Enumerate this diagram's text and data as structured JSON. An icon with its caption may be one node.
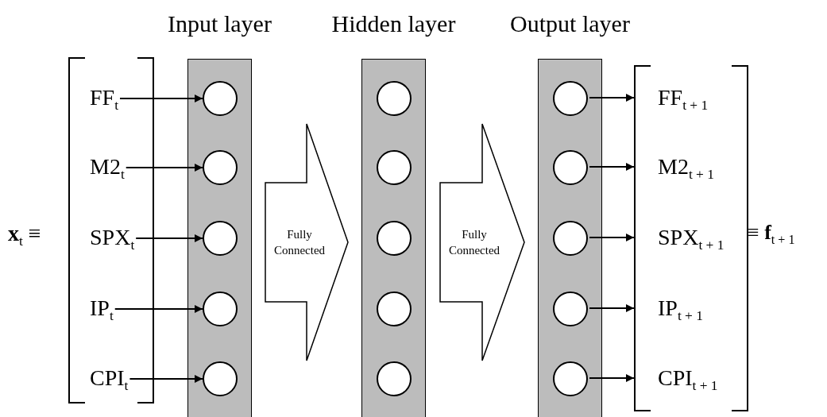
{
  "diagram": {
    "nodes": [
      {
        "text": [
          "Input layer"
        ]
      },
      {
        "text": [],
        "shape": "circle",
        "in": 0
      },
      {
        "text": [],
        "shape": "circle",
        "in": 0
      },
      {
        "text": [],
        "shape": "circle",
        "in": 0
      },
      {
        "text": [],
        "shape": "circle",
        "in": 0
      },
      {
        "text": [],
        "shape": "circle",
        "in": 0
      },
      {
        "text": [
          "Hidden layer"
        ]
      },
      {
        "text": [],
        "shape": "circle",
        "in": 6
      },
      {
        "text": [],
        "shape": "circle",
        "in": 6
      },
      {
        "text": [],
        "shape": "circle",
        "in": 6
      },
      {
        "text": [],
        "shape": "circle",
        "in": 6
      },
      {
        "text": [],
        "shape": "circle",
        "in": 6
      },
      {
        "text": [
          "Output layer"
        ]
      },
      {
        "text": [],
        "shape": "circle",
        "in": 12
      },
      {
        "text": [],
        "shape": "circle",
        "in": 12
      },
      {
        "text": [],
        "shape": "circle",
        "in": 12
      },
      {
        "text": [],
        "shape": "circle",
        "in": 12
      },
      {
        "text": [],
        "shape": "circle",
        "in": 12
      },
      {
        "text": [
          "FF$_{t}$"
        ]
      },
      {
        "text": [
          "M2$_{t}$"
        ]
      },
      {
        "text": [
          "SPX$_{t}$"
        ]
      },
      {
        "text": [
          "IP$_{t}$"
        ]
      },
      {
        "text": [
          "CPI$_{t}$"
        ]
      },
      {
        "text": [
          "FF$_{t + 1}$"
        ]
      },
      {
        "text": [
          "M2$_{t + 1}$"
        ]
      },
      {
        "text": [
          "SPX$_{t + 1}$"
        ]
      },
      {
        "text": [
          "IP$_{t + 1}$"
        ]
      },
      {
        "text": [
          "CPI$_{t + 1}$"
        ]
      },
      {
        "text": [
          "Fully Connected"
        ]
      },
      {
        "text": [
          "Fully Connected"
        ]
      }
    ],
    "edges": [
      {
        "from": 18,
        "to": 1,
        "arrow": "to"
      },
      {
        "from": 19,
        "to": 2,
        "arrow": "to"
      },
      {
        "from": 20,
        "to": 3,
        "arrow": "to"
      },
      {
        "from": 21,
        "to": 4,
        "arrow": "to"
      },
      {
        "from": 22,
        "to": 5,
        "arrow": "to"
      },
      {
        "from": 13,
        "to": 23,
        "arrow": "to"
      },
      {
        "from": 14,
        "to": 24,
        "arrow": "to"
      },
      {
        "from": 15,
        "to": 25,
        "arrow": "to"
      },
      {
        "from": 16,
        "to": 26,
        "arrow": "to"
      },
      {
        "from": 17,
        "to": 27,
        "arrow": "to"
      }
    ],
    "labels": [
      "**x**$_{t}$ ≡",
      "≡ **f**$_{t + 1}$"
    ]
  }
}
